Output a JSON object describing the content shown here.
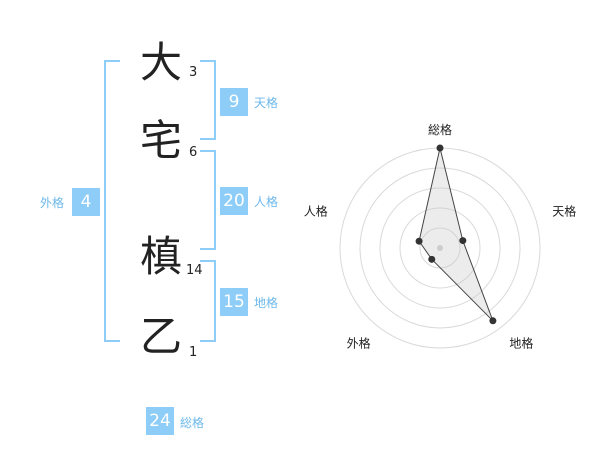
{
  "characters": [
    {
      "char": "大",
      "strokes": "3"
    },
    {
      "char": "宅",
      "strokes": "6"
    },
    {
      "char": "槙",
      "strokes": "14"
    },
    {
      "char": "乙",
      "strokes": "1"
    }
  ],
  "kaku": {
    "tenkaku": {
      "label": "天格",
      "value": "9"
    },
    "jinkaku": {
      "label": "人格",
      "value": "20"
    },
    "chikaku": {
      "label": "地格",
      "value": "15"
    },
    "gaikaku": {
      "label": "外格",
      "value": "4"
    },
    "soukaku": {
      "label": "総格",
      "value": "24"
    }
  },
  "colors": {
    "accent": "#8dcdf8",
    "label": "#6cb8ea"
  },
  "chart_data": {
    "type": "radar",
    "axes": [
      "総格",
      "天格",
      "地格",
      "外格",
      "人格"
    ],
    "values": [
      5,
      1.2,
      4.5,
      0.7,
      1.1
    ],
    "range": [
      0,
      5
    ],
    "rings": 5
  }
}
